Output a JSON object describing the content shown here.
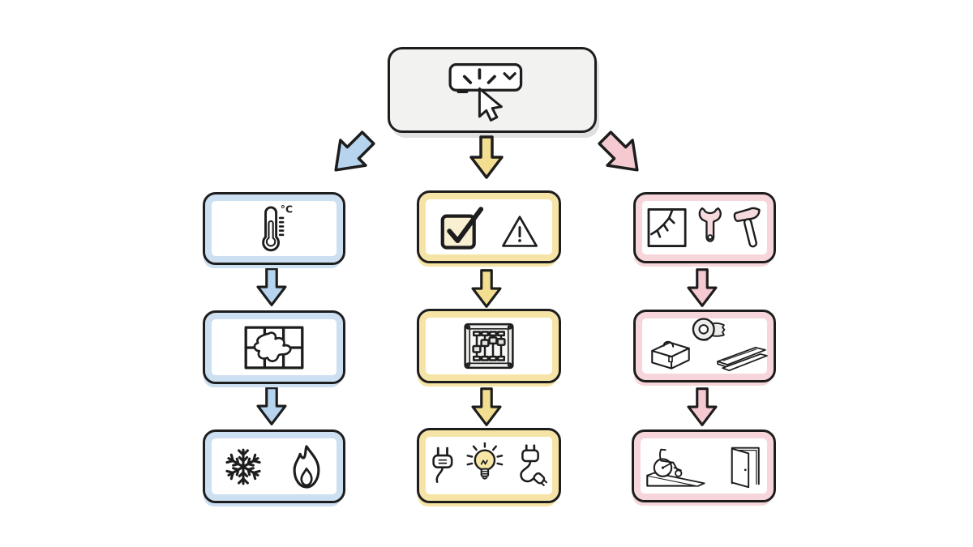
{
  "page": {
    "background": "#ffffff",
    "style": "hand-drawn flowchart, no visible text except thermometer unit"
  },
  "colors": {
    "ink": "#1d1d1d",
    "gray_box": "#f2f2f0",
    "blue": "#cde0f2",
    "blue_arrow": "#b7d4ee",
    "yellow": "#f5e4a6",
    "yellow_arrow": "#f2dd90",
    "pink": "#f6d6da",
    "pink_arrow": "#f5c9d0",
    "panel_gray": "#ededeb",
    "panel_inner": "#f8f8f6",
    "knob_gray": "#e3e3e1",
    "bulb_yellow": "#f7e6a6",
    "tool_pink": "#f6dade",
    "checkbox_tint": "#f9f0d2",
    "paper_white": "#ffffff"
  },
  "root_node": {
    "name": "dropdown-button-click",
    "icons": [
      "button",
      "chevron-down",
      "cursor-pointer",
      "click-sparkles"
    ]
  },
  "columns": [
    {
      "id": "climate",
      "theme": "blue",
      "branch_arrow": "diagonal-down-left",
      "nodes": [
        {
          "icons": [
            "thermometer"
          ],
          "label": "°C"
        },
        {
          "icons": [
            "floor-plan-grid"
          ]
        },
        {
          "icons": [
            "snowflake",
            "flame"
          ]
        }
      ]
    },
    {
      "id": "electrical-check",
      "theme": "yellow",
      "branch_arrow": "straight-down",
      "nodes": [
        {
          "icons": [
            "checkbox-checked",
            "warning-triangle"
          ]
        },
        {
          "icons": [
            "breaker-panel"
          ]
        },
        {
          "icons": [
            "power-plug",
            "lightbulb",
            "plug-with-cord"
          ]
        }
      ]
    },
    {
      "id": "repairs",
      "theme": "pink",
      "branch_arrow": "diagonal-down-right",
      "nodes": [
        {
          "icons": [
            "cracked-pane",
            "wrench",
            "hammer"
          ]
        },
        {
          "icons": [
            "toolbox",
            "tape-roll",
            "lumber-planks"
          ]
        },
        {
          "icons": [
            "wheelchair-ramp",
            "open-door"
          ]
        }
      ]
    }
  ]
}
